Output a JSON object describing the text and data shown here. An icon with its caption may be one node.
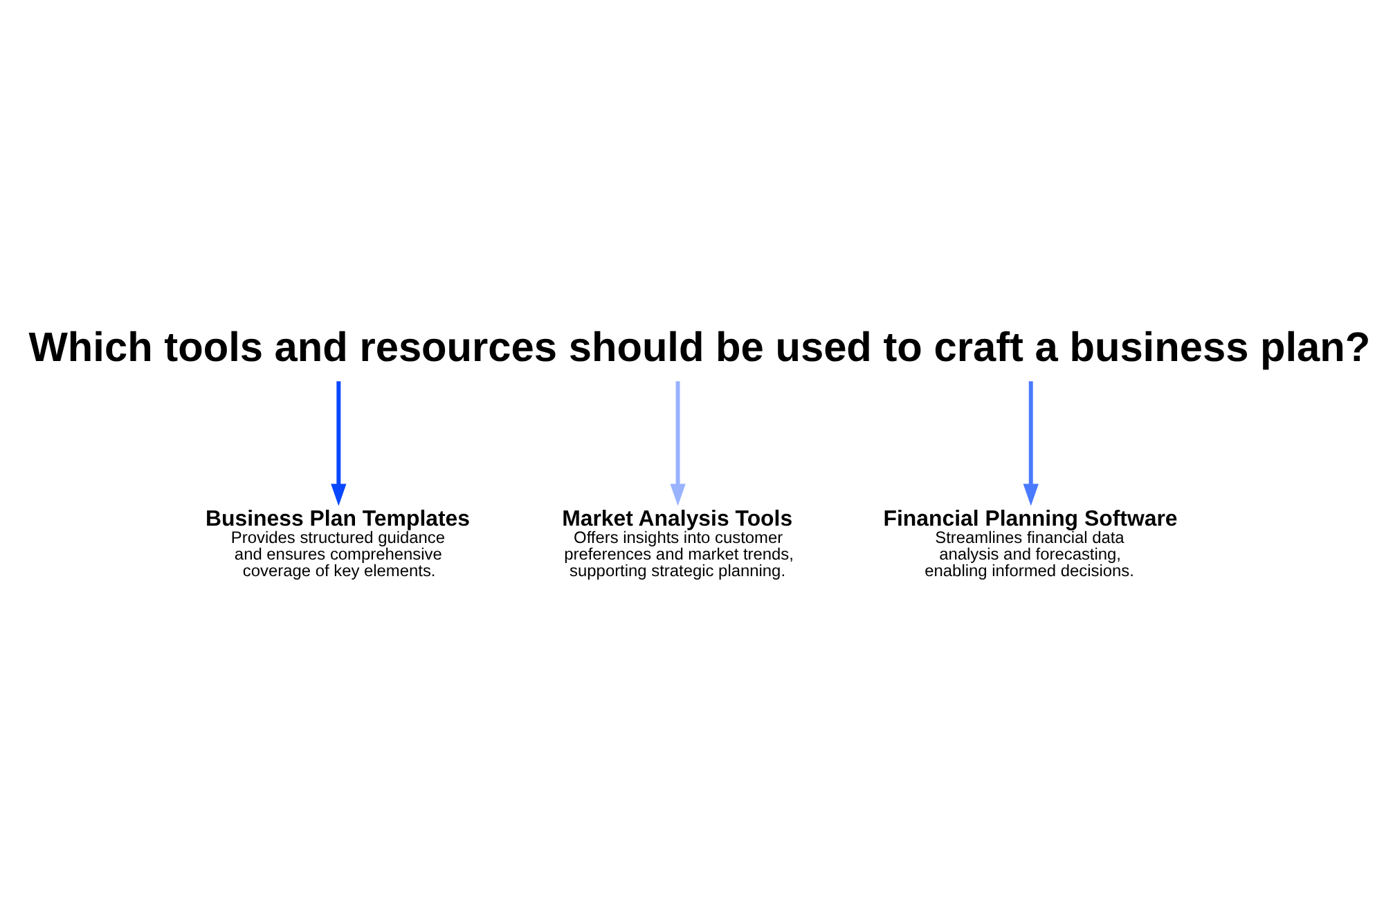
{
  "diagram": {
    "title": "Which tools and resources should be used to craft a business plan?",
    "nodes": [
      {
        "text": [
          "Business Plan Templates",
          "Provides structured guidance and ensures comprehensive coverage of key elements."
        ]
      },
      {
        "text": [
          "Market Analysis Tools",
          "Offers insights into customer preferences and market trends, supporting strategic planning."
        ]
      },
      {
        "text": [
          "Financial Planning Software",
          "Streamlines financial data analysis and forecasting, enabling informed decisions."
        ]
      }
    ],
    "edges": [
      {
        "from": null,
        "to": 0,
        "arrow": "to",
        "color": "#0a48ff"
      },
      {
        "from": null,
        "to": 1,
        "arrow": "to",
        "color": "#99b3ff"
      },
      {
        "from": null,
        "to": 2,
        "arrow": "to",
        "color": "#4a7aff"
      }
    ]
  }
}
